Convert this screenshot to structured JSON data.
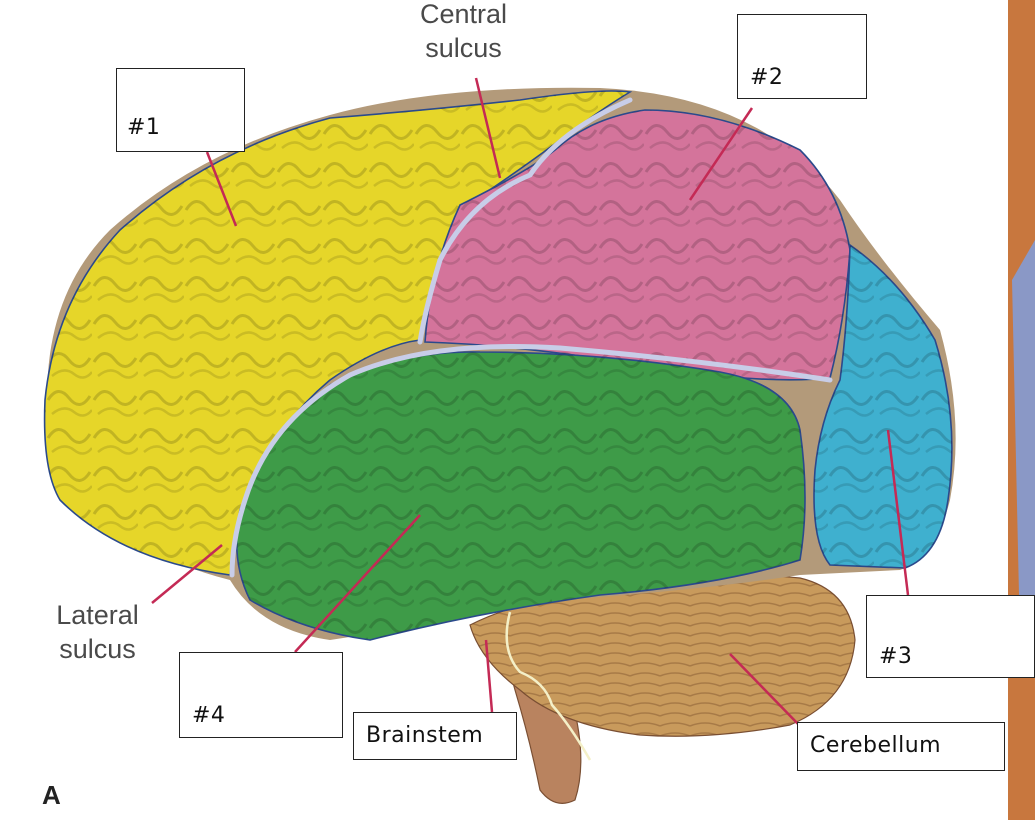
{
  "labels": {
    "central_sulcus": [
      "Central",
      "sulcus"
    ],
    "lateral_sulcus": [
      "Lateral",
      "sulcus"
    ],
    "box1": "#1",
    "box2": "#2",
    "box3": "#3",
    "box4": "#4",
    "brainstem": "Brainstem",
    "cerebellum": "Cerebellum",
    "figure_letter": "A"
  },
  "colors": {
    "frontal_lobe": "#e6d629",
    "parietal_lobe": "#d4749b",
    "temporal_lobe": "#3e9b48",
    "occipital_lobe": "#3fb0cf",
    "cerebellum": "#c89a5c",
    "brainstem": "#b9835f",
    "leader_line": "#c42a55",
    "slide_accent": "#c8773e",
    "slide_accent_blue": "#8a98c6"
  }
}
